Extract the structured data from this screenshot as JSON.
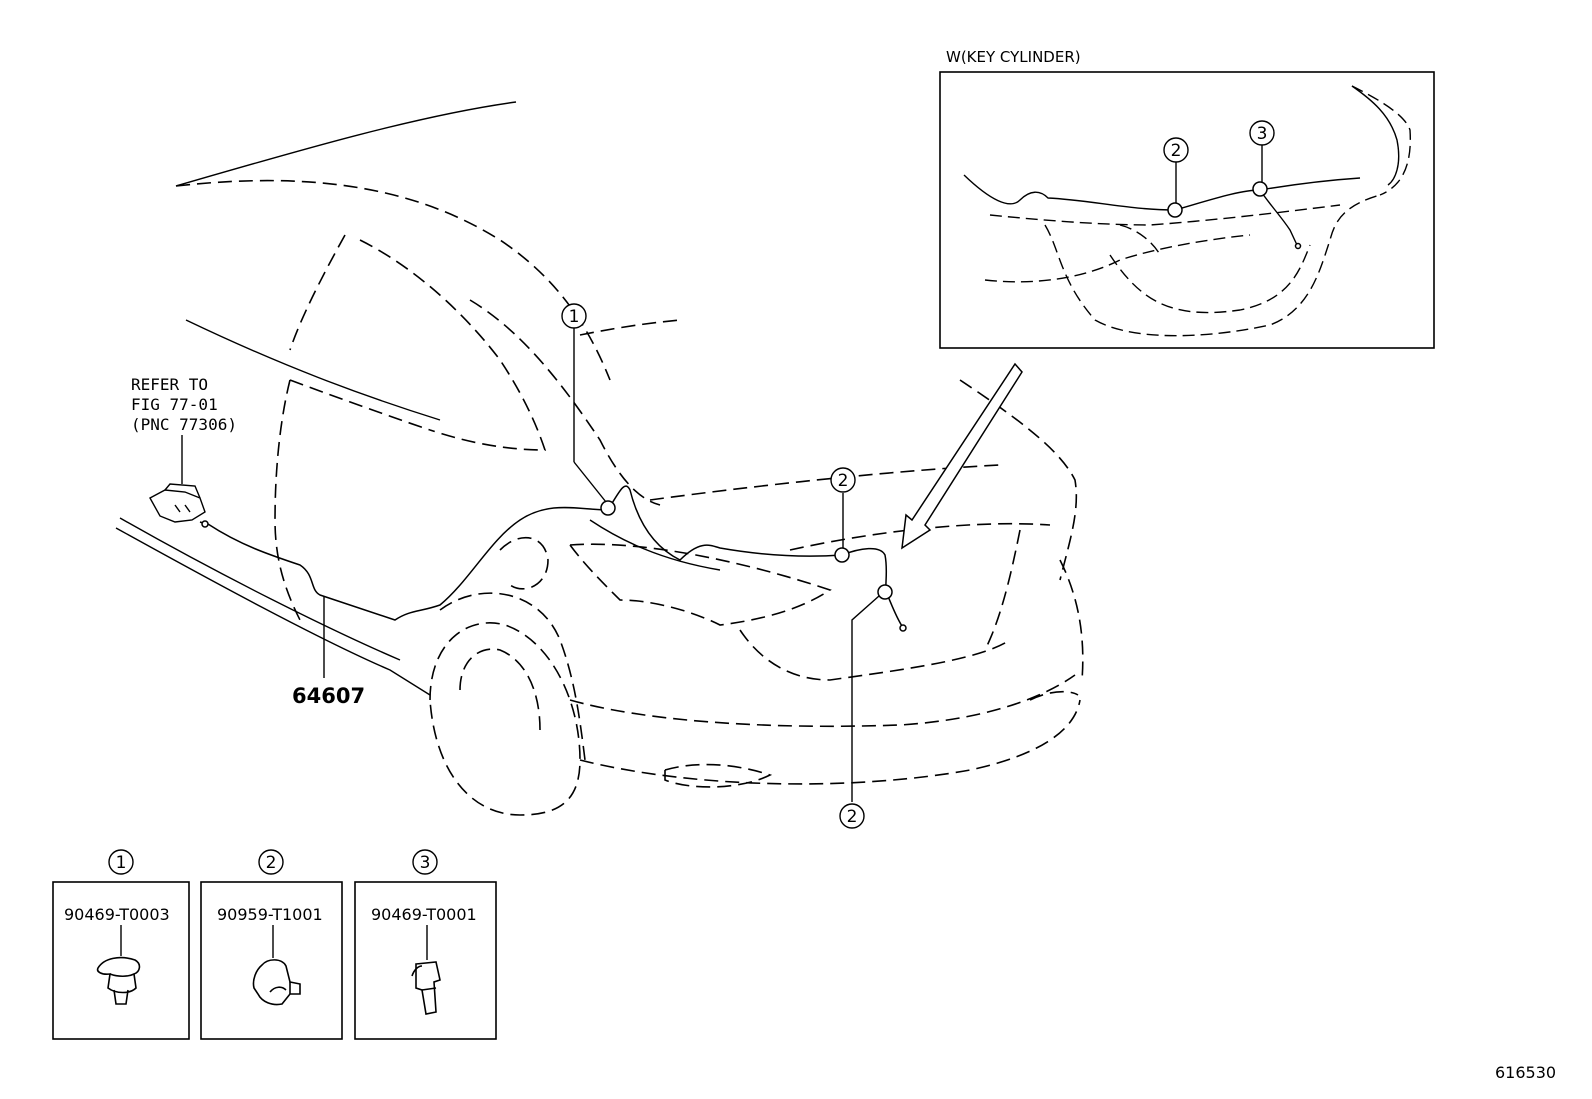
{
  "inset": {
    "title": "W(KEY CYLINDER)",
    "callouts": [
      "2",
      "3"
    ]
  },
  "reference_note": {
    "line1": "REFER TO",
    "line2": "FIG 77-01",
    "line3": "(PNC 77306)"
  },
  "main": {
    "part_number": "64607",
    "callouts": [
      "1",
      "2",
      "2"
    ]
  },
  "legend": [
    {
      "number": "1",
      "part": "90469-T0003",
      "icon": "clip-icon"
    },
    {
      "number": "2",
      "part": "90959-T1001",
      "icon": "clamp-icon"
    },
    {
      "number": "3",
      "part": "90469-T0001",
      "icon": "clip-icon"
    }
  ],
  "figure_id": "616530"
}
